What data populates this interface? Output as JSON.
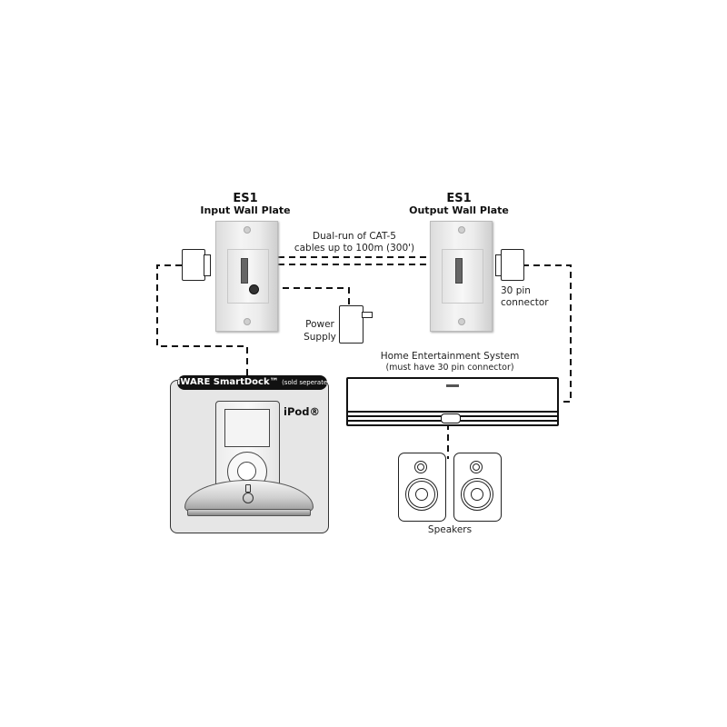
{
  "input_plate": {
    "model": "ES1",
    "label": "Input Wall Plate"
  },
  "output_plate": {
    "model": "ES1",
    "label": "Output Wall Plate"
  },
  "cable_label": {
    "line1": "Dual-run of CAT-5",
    "line2": "cables up to 100m (300')"
  },
  "power_supply": {
    "line1": "Power",
    "line2": "Supply"
  },
  "connector_label": {
    "line1": "30 pin",
    "line2": "connector"
  },
  "home_system": {
    "line1": "Home Entertainment System",
    "line2": "(must have 30 pin connector)"
  },
  "dock": {
    "title": "iWARE SmartDock™",
    "note": "(sold seperately)",
    "device": "iPod®"
  },
  "speakers": {
    "label": "Speakers"
  },
  "colors": {
    "line": "#111111",
    "dock_panel": "#e6e6e6",
    "dock_header": "#111111"
  }
}
